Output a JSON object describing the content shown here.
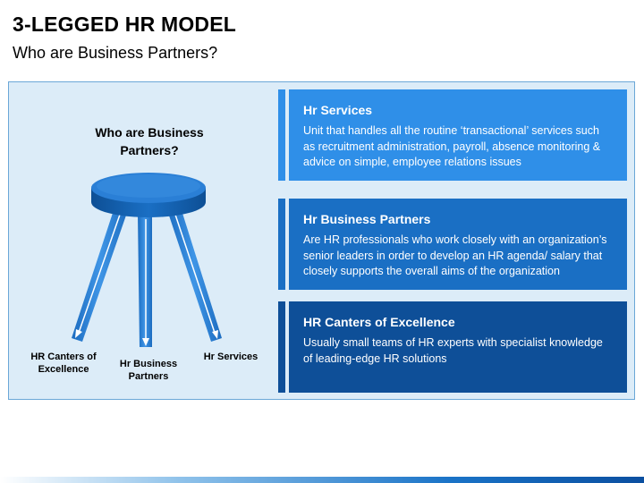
{
  "header": {
    "title": "3-LEGGED HR MODEL",
    "subtitle": "Who are Business Partners?"
  },
  "stool": {
    "heading": "Who are Business Partners?",
    "legs": [
      {
        "label": "HR Canters of Excellence"
      },
      {
        "label": "Hr Business Partners"
      },
      {
        "label": "Hr Services"
      }
    ]
  },
  "cards": [
    {
      "title": "Hr Services",
      "text": "Unit that handles all the routine ‘transactional’ services such as  recruitment administration, payroll, absence monitoring & advice on simple, employee relations issues",
      "color": "#2f8fe8",
      "strip_color": "#2f8fe8"
    },
    {
      "title": "Hr Business Partners",
      "text": "Are HR professionals who work closely with an organization’s senior leaders in order to develop an HR agenda/ salary that closely supports the overall aims of the organization",
      "color": "#1a6fc4",
      "strip_color": "#1a6fc4"
    },
    {
      "title": "HR Canters of Excellence",
      "text": "Usually small teams of HR experts with specialist knowledge of leading-edge HR solutions",
      "color": "#0e4f98",
      "strip_color": "#0e4f98"
    }
  ],
  "colors": {
    "stool_top": "#2a7fd6",
    "stool_side": "#0f5cab",
    "leg": "#2a7fd6"
  }
}
